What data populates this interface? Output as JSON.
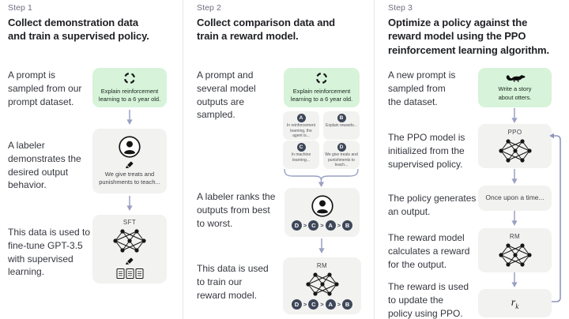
{
  "colors": {
    "prompt_green": "#d7f3da",
    "box_gray": "#f2f2f0",
    "badge_navy": "#3e4759",
    "arrow_purple": "#9aa0c2",
    "loop_arrow": "#8f96b8",
    "divider": "#e7e7e5",
    "title_text": "#1f2024",
    "body_text": "#35373e",
    "muted_text": "#6e6e80"
  },
  "icons": {
    "prompt_sample": "dashed-circle-sample-icon",
    "step3_prompt": "otter-icon",
    "labeler": "person-icon",
    "writing": "pencil-icon",
    "model": "neural-network-icon",
    "data": "documents-icon",
    "flow": "down-arrow-icon",
    "feedback": "loop-arrow-icon"
  },
  "steps": [
    {
      "label": "Step 1",
      "title": "Collect demonstration data\nand train a supervised policy.",
      "captions": {
        "prompt": "A prompt is\nsampled from our\nprompt dataset.",
        "labeler": "A labeler\ndemonstrates the\ndesired output\nbehavior.",
        "finetune": "This data is used to\nfine-tune GPT-3.5\nwith supervised\nlearning."
      },
      "prompt_box": "Explain reinforcement\nlearning to a 6 year old.",
      "labeler_box": "We give treats and\npunishments to teach...",
      "model_label": "SFT"
    },
    {
      "label": "Step 2",
      "title": "Collect comparison data and\ntrain a reward model.",
      "captions": {
        "prompt": "A prompt and\nseveral model\noutputs are\nsampled.",
        "rank": "A labeler ranks the\noutputs from best\nto worst.",
        "train": "This data is used\nto train our\nreward model."
      },
      "prompt_box": "Explain reinforcement\nlearning to a 6 year old.",
      "outputs": [
        {
          "id": "A",
          "text": "In reinforcement\nlearning, the\nagent is..."
        },
        {
          "id": "B",
          "text": "Explain rewards..."
        },
        {
          "id": "C",
          "text": "In machine\nlearning..."
        },
        {
          "id": "D",
          "text": "We give treats and\npunishments to\nteach..."
        }
      ],
      "ranking": [
        "D",
        "C",
        "A",
        "B"
      ],
      "rank_separator": ">",
      "model_label": "RM"
    },
    {
      "label": "Step 3",
      "title": "Optimize a policy against the\nreward model using the PPO\nreinforcement learning algorithm.",
      "captions": {
        "prompt": "A new prompt is\nsampled from\nthe dataset.",
        "init": "The PPO model is\ninitialized from the\nsupervised policy.",
        "output": "The policy generates\nan output.",
        "reward": "The reward model\ncalculates a reward\nfor the output.",
        "update": "The reward is used\nto update the\npolicy using PPO."
      },
      "prompt_box": "Write a story\nabout otters.",
      "ppo_label": "PPO",
      "output_box": "Once upon a time...",
      "rm_label": "RM",
      "reward_symbol": "r",
      "reward_subscript": "k"
    }
  ]
}
